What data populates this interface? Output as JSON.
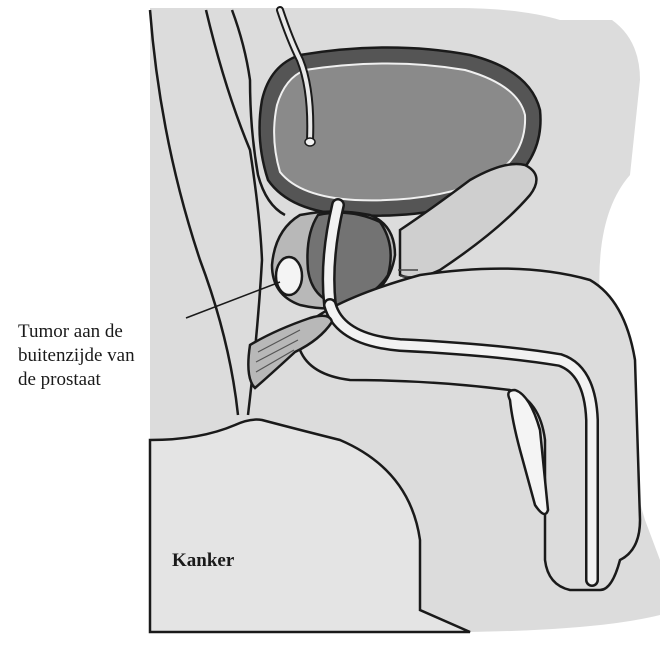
{
  "annotation": {
    "tumor_label_lines": [
      "Tumor aan de",
      "buitenzijde van",
      "de prostaat"
    ]
  },
  "caption": "Kanker",
  "colors": {
    "tissue": "#dcdcdc",
    "tissue_light": "#e9e9e9",
    "bladder_wall": "#555555",
    "bladder_lumen": "#8a8a8a",
    "prostate": "#737373",
    "prostate_outer": "#b8b8b8",
    "tumor": "#f4f4f4",
    "outline": "#1a1a1a"
  }
}
